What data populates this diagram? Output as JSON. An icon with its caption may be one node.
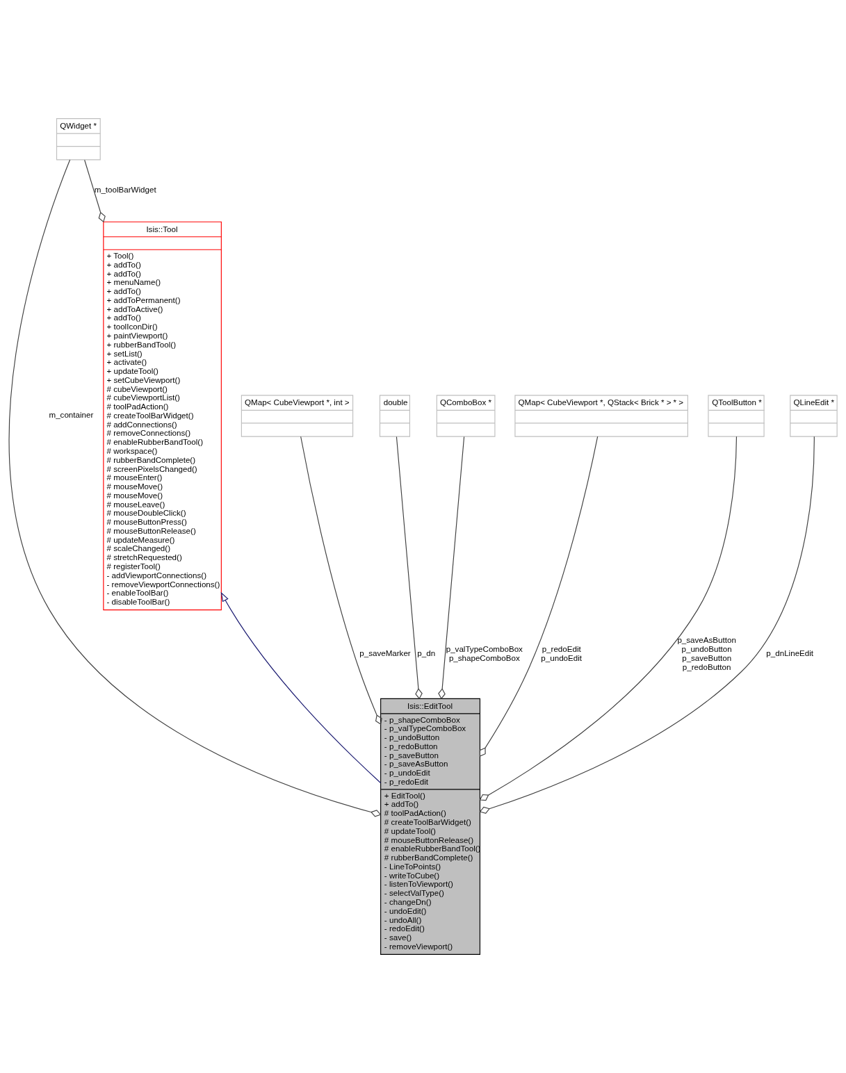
{
  "diagram": {
    "nodes": [
      {
        "text": [
          "QWidget *"
        ]
      },
      {
        "text": [
          "Isis::Tool",
          "+ Tool()",
          "+ addTo()",
          "+ addTo()",
          "+ menuName()",
          "+ addTo()",
          "+ addToPermanent()",
          "+ addToActive()",
          "+ addTo()",
          "+ toolIconDir()",
          "+ paintViewport()",
          "+ rubberBandTool()",
          "+ setList()",
          "+ activate()",
          "+ updateTool()",
          "+ setCubeViewport()",
          "# cubeViewport()",
          "# cubeViewportList()",
          "# toolPadAction()",
          "# createToolBarWidget()",
          "# addConnections()",
          "# removeConnections()",
          "# enableRubberBandTool()",
          "# workspace()",
          "# rubberBandComplete()",
          "# screenPixelsChanged()",
          "# mouseEnter()",
          "# mouseMove()",
          "# mouseMove()",
          "# mouseLeave()",
          "# mouseDoubleClick()",
          "# mouseButtonPress()",
          "# mouseButtonRelease()",
          "# updateMeasure()",
          "# scaleChanged()",
          "# stretchRequested()",
          "# registerTool()",
          "- addViewportConnections()",
          "- removeViewportConnections()",
          "- enableToolBar()",
          "- disableToolBar()"
        ]
      },
      {
        "text": [
          "QMap< CubeViewport *, int >"
        ]
      },
      {
        "text": [
          "double"
        ]
      },
      {
        "text": [
          "QComboBox *"
        ]
      },
      {
        "text": [
          "QMap< CubeViewport *, QStack< Brick * > * >"
        ]
      },
      {
        "text": [
          "QToolButton *"
        ]
      },
      {
        "text": [
          "QLineEdit *"
        ]
      },
      {
        "text": [
          "Isis::EditTool",
          "- p_shapeComboBox",
          "- p_valTypeComboBox",
          "- p_undoButton",
          "- p_redoButton",
          "- p_saveButton",
          "- p_saveAsButton",
          "- p_undoEdit",
          "- p_redoEdit",
          "+ EditTool()",
          "+ addTo()",
          "# toolPadAction()",
          "# createToolBarWidget()",
          "# updateTool()",
          "# mouseButtonRelease()",
          "# enableRubberBandTool()",
          "# rubberBandComplete()",
          "- LineToPoints()",
          "- writeToCube()",
          "- listenToViewport()",
          "- selectValType()",
          "- changeDn()",
          "- undoEdit()",
          "- undoAll()",
          "- redoEdit()",
          "- save()",
          "- removeViewport()"
        ]
      }
    ],
    "edges": [
      {
        "from": 1,
        "to": 0,
        "arrow": "other",
        "label": "m_toolBarWidget"
      },
      {
        "from": 8,
        "to": 0,
        "arrow": "other",
        "label": "m_container"
      },
      {
        "from": 8,
        "to": 1,
        "arrow": "to",
        "color": "#191970"
      },
      {
        "from": 8,
        "to": 2,
        "arrow": "other",
        "label": "p_saveMarker"
      },
      {
        "from": 8,
        "to": 3,
        "arrow": "other",
        "label": "p_dn"
      },
      {
        "from": 8,
        "to": 4,
        "arrow": "other",
        "label": "p_valTypeComboBox p_shapeComboBox"
      },
      {
        "from": 8,
        "to": 5,
        "arrow": "other",
        "label": "p_redoEdit p_undoEdit"
      },
      {
        "from": 8,
        "to": 6,
        "arrow": "other",
        "label": "p_saveAsButton p_undoButton p_saveButton p_redoButton"
      },
      {
        "from": 8,
        "to": 7,
        "arrow": "other",
        "label": "p_dnLineEdit"
      }
    ]
  }
}
